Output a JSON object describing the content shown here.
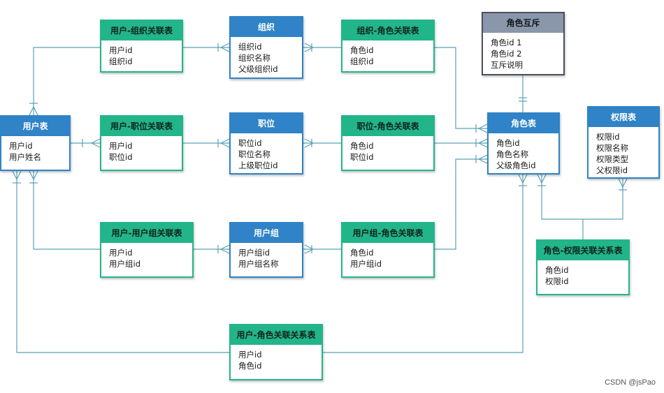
{
  "entities": {
    "user_org_link": {
      "title": "用户-组织关联表",
      "fields": [
        "用户id",
        "组织id"
      ],
      "color": "green"
    },
    "org": {
      "title": "组织",
      "fields": [
        "组织id",
        "组织名称",
        "父级组织id"
      ],
      "color": "blue"
    },
    "org_role_link": {
      "title": "组织-角色关联表",
      "fields": [
        "角色id",
        "组织id"
      ],
      "color": "green"
    },
    "role_mutex": {
      "title": "角色互斥",
      "fields": [
        "角色id 1",
        "角色id 2",
        "互斥说明"
      ],
      "color": "gray"
    },
    "user": {
      "title": "用户表",
      "fields": [
        "用户id",
        "用户姓名"
      ],
      "color": "blue"
    },
    "user_pos_link": {
      "title": "用户-职位关联表",
      "fields": [
        "用户id",
        "职位id"
      ],
      "color": "green"
    },
    "position": {
      "title": "职位",
      "fields": [
        "职位id",
        "职位名称",
        "上级职位id"
      ],
      "color": "blue"
    },
    "pos_role_link": {
      "title": "职位-角色关联表",
      "fields": [
        "角色id",
        "职位id"
      ],
      "color": "green"
    },
    "role": {
      "title": "角色表",
      "fields": [
        "角色id",
        "角色名称",
        "父级角色id"
      ],
      "color": "blue"
    },
    "permission": {
      "title": "权限表",
      "fields": [
        "权限id",
        "权限名称",
        "权限类型",
        "父权限id"
      ],
      "color": "blue"
    },
    "user_group_link": {
      "title": "用户-用户组关联表",
      "fields": [
        "用户id",
        "用户组id"
      ],
      "color": "green"
    },
    "user_group": {
      "title": "用户组",
      "fields": [
        "用户组id",
        "用户组名称"
      ],
      "color": "blue"
    },
    "group_role_link": {
      "title": "用户组-角色关联表",
      "fields": [
        "角色id",
        "用户组id"
      ],
      "color": "green"
    },
    "role_perm_link": {
      "title": "角色-权限关联关系表",
      "fields": [
        "角色id",
        "权限id"
      ],
      "color": "green"
    },
    "user_role_link": {
      "title": "用户-角色关联关系表",
      "fields": [
        "用户id",
        "角色id"
      ],
      "color": "green"
    }
  },
  "watermark": "CSDN @jsPao",
  "colors": {
    "entity_blue": "#2f83c6",
    "entity_green": "#22b58a",
    "entity_gray": "#8a97aa",
    "connector": "#5aa2b4"
  }
}
